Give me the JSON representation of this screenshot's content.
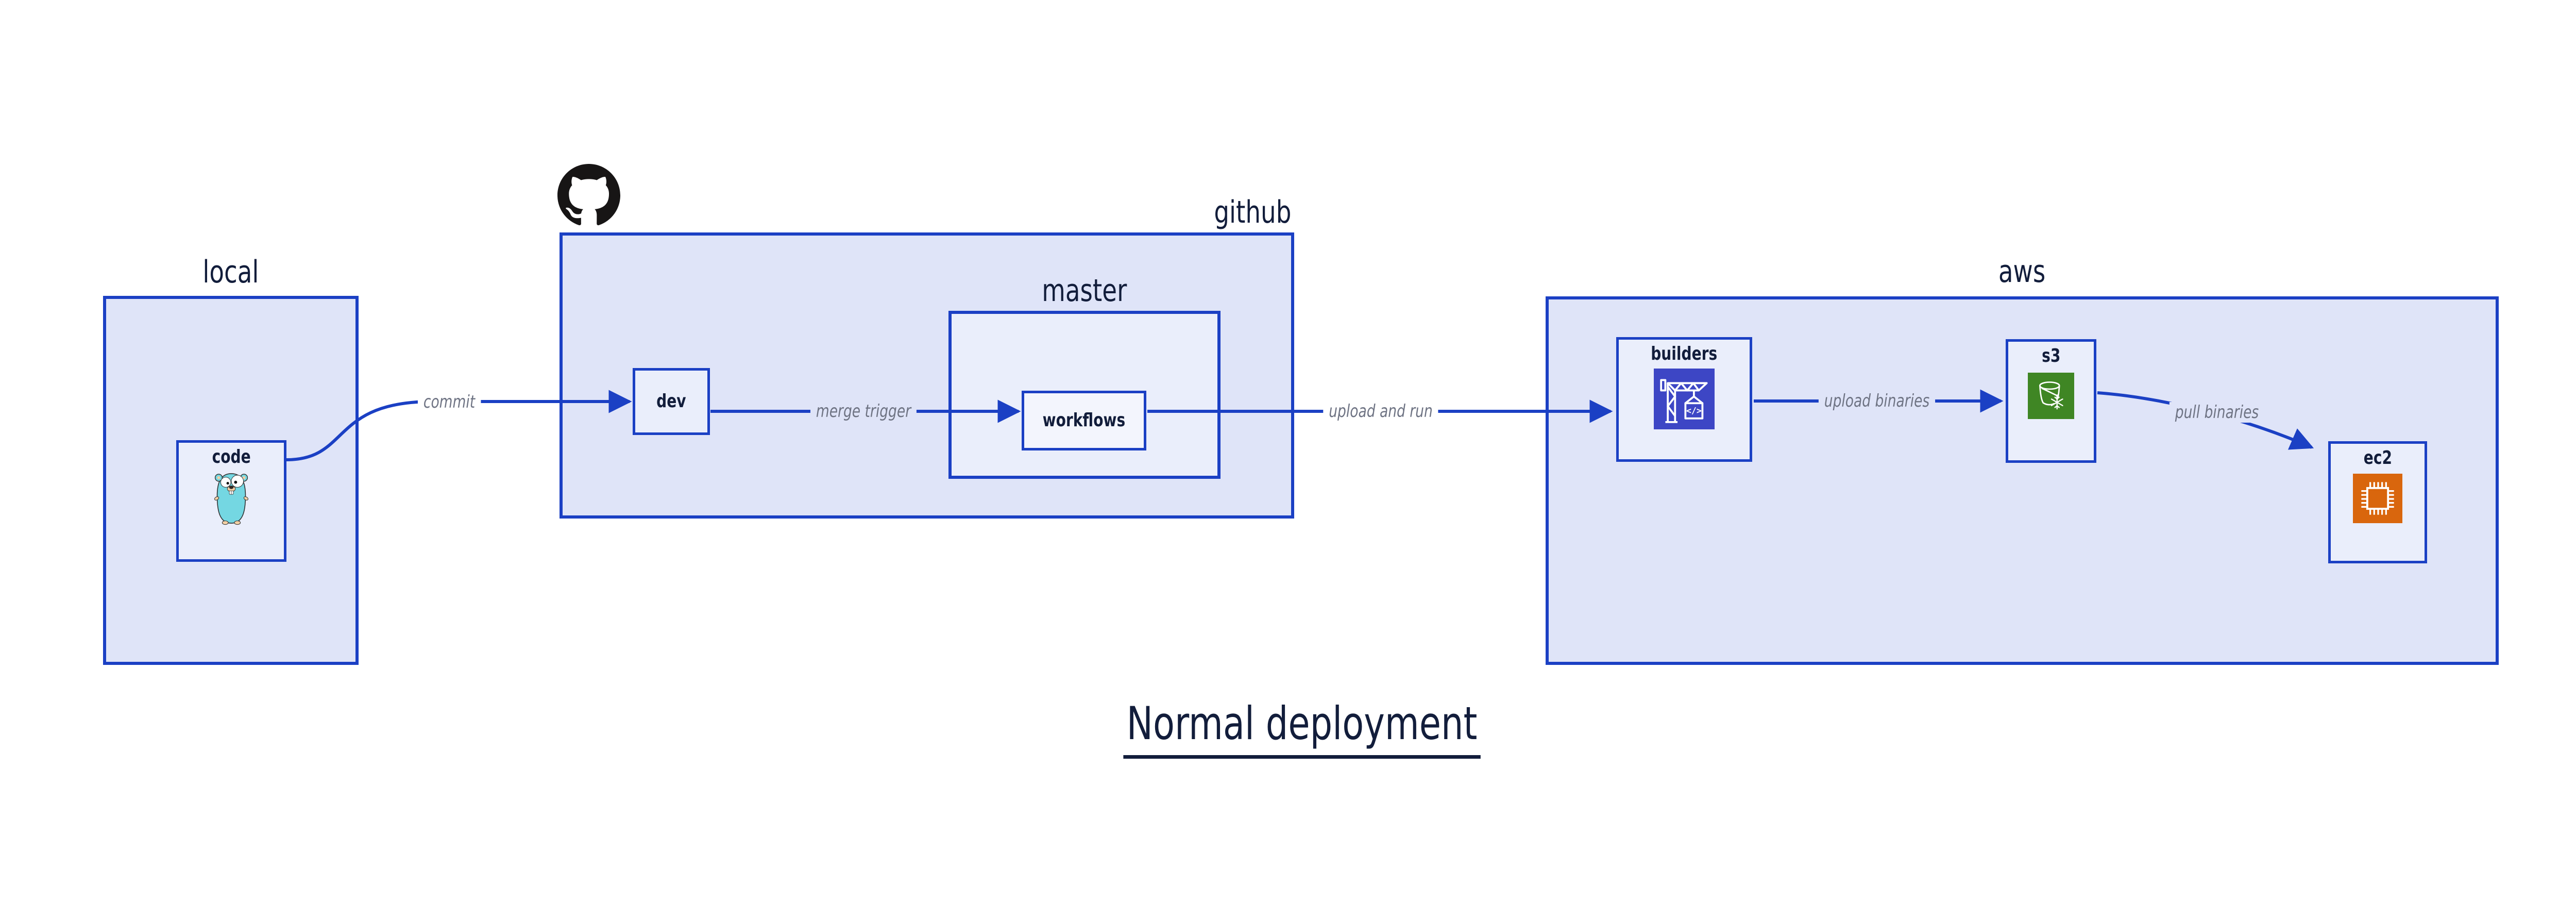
{
  "title": "Normal deployment",
  "groups": {
    "local": {
      "label": "local"
    },
    "github": {
      "label": "github"
    },
    "master": {
      "label": "master"
    },
    "aws": {
      "label": "aws"
    }
  },
  "nodes": {
    "code": {
      "label": "code",
      "icon": "go-gopher"
    },
    "dev": {
      "label": "dev"
    },
    "workflows": {
      "label": "workflows"
    },
    "builders": {
      "label": "builders",
      "icon": "aws-codebuild-crane",
      "glyph": "</>"
    },
    "s3": {
      "label": "s3",
      "icon": "aws-s3-glacier-bucket"
    },
    "ec2": {
      "label": "ec2",
      "icon": "aws-ec2-chip"
    }
  },
  "edges": {
    "commit": {
      "label": "commit",
      "from": "code",
      "to": "dev"
    },
    "merge_trigger": {
      "label": "merge trigger",
      "from": "dev",
      "to": "workflows"
    },
    "upload_and_run": {
      "label": "upload and run",
      "from": "workflows",
      "to": "builders"
    },
    "upload_binaries": {
      "label": "upload binaries",
      "from": "builders",
      "to": "s3"
    },
    "pull_binaries": {
      "label": "pull binaries",
      "from": "s3",
      "to": "ec2"
    }
  },
  "colors": {
    "accent_blue": "#1b40c4",
    "container_fill": "#dfe4f8",
    "node_fill": "#eaeefb",
    "workflows_fill": "#f3f5fd",
    "text_navy": "#121d3b",
    "edge_label_gray": "#6e7383",
    "codebuild_indigo": "#3d46c5",
    "s3_green": "#3f8624",
    "ec2_orange": "#d9660d",
    "github_black": "#171515",
    "gopher_teal": "#74d7e2"
  }
}
